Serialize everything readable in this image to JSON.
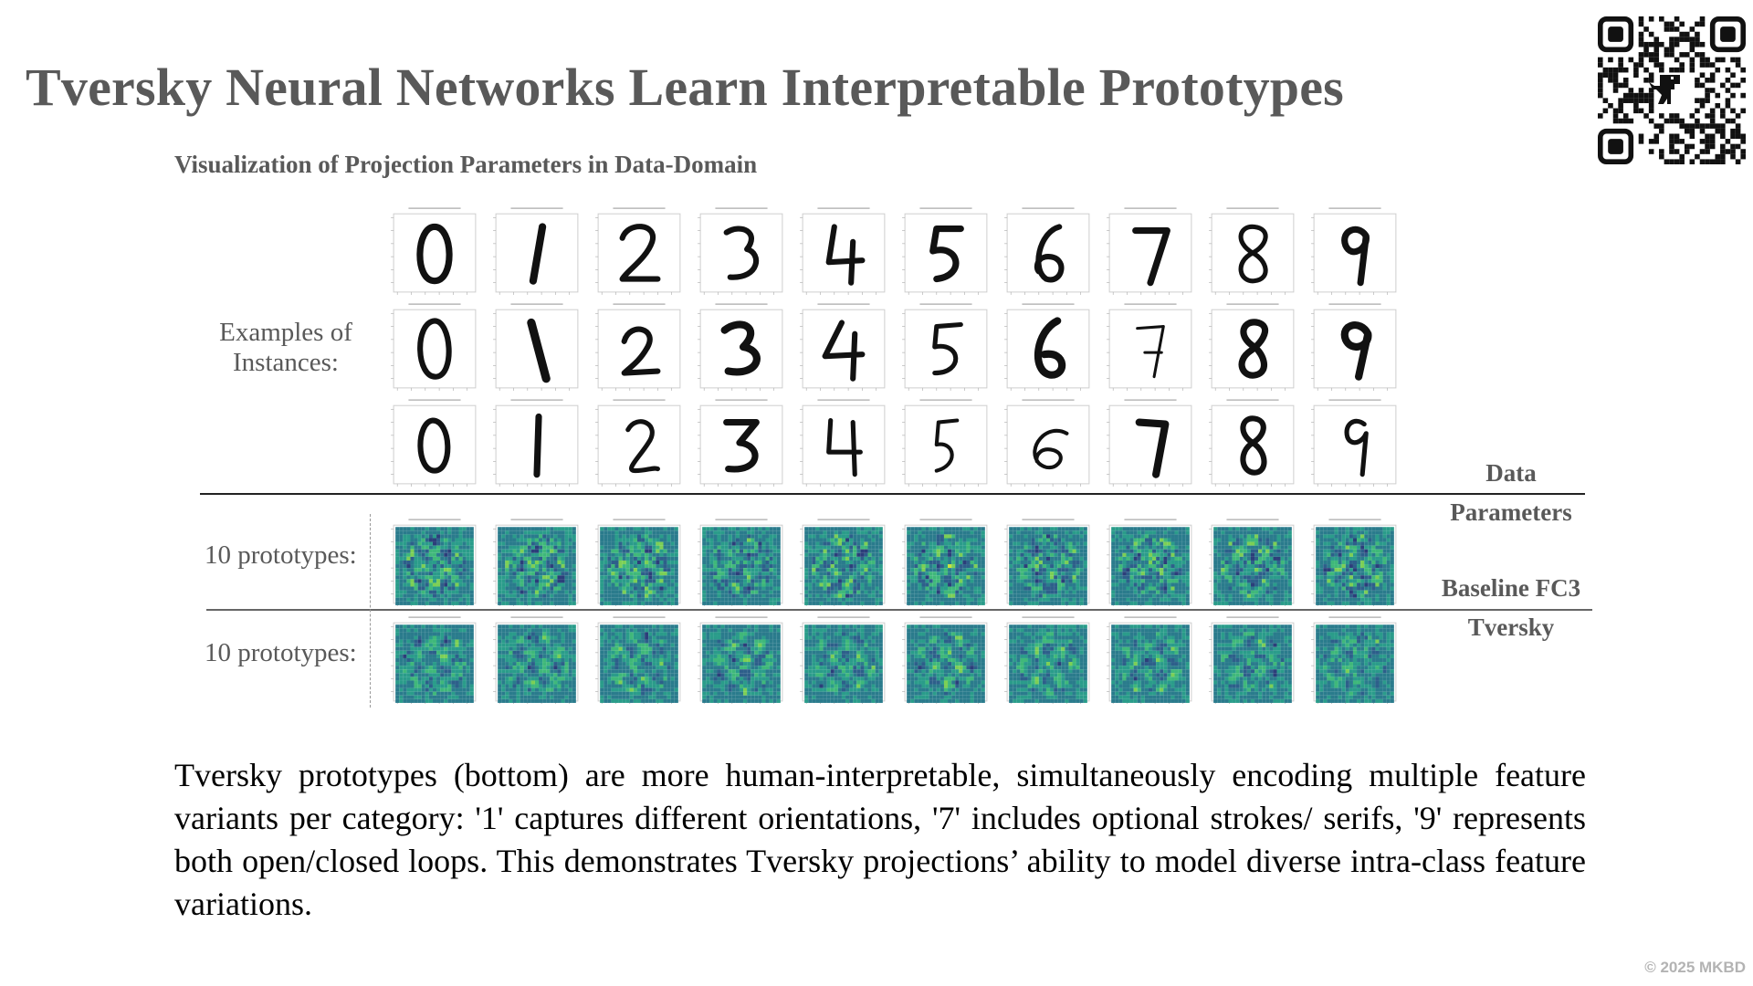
{
  "title": "Tversky Neural Networks Learn Interpretable Prototypes",
  "subtitle": "Visualization of Projection Parameters in Data-Domain",
  "labels": {
    "examples_line1": "Examples of",
    "examples_line2": "Instances:",
    "baseline_prototypes": "10 prototypes:",
    "tversky_prototypes": "10 prototypes:"
  },
  "side_labels": {
    "data": "Data",
    "parameters": "Parameters",
    "baseline": "Baseline FC3",
    "tversky": "Tversky"
  },
  "digits": [
    "0",
    "1",
    "2",
    "3",
    "4",
    "5",
    "6",
    "7",
    "8",
    "9"
  ],
  "paragraph": "Tversky prototypes (bottom) are more human-interpretable, simultaneously encoding multiple feature variants per category: '1' captures different orientations, '7' includes optional strokes/ serifs, '9' represents both open/closed loops. This demonstrates Tversky projections’ ability to model diverse intra-class feature variations.",
  "copyright": "© 2025 MKBD",
  "colors": {
    "title_gray": "#595959",
    "heatmap_dark": "#2d5f8a",
    "heatmap_mid": "#2a9c8a",
    "heatmap_bright": "#c9e33c"
  },
  "icons": {
    "qr": "qr-code-icon",
    "dino": "dinosaur-icon"
  }
}
